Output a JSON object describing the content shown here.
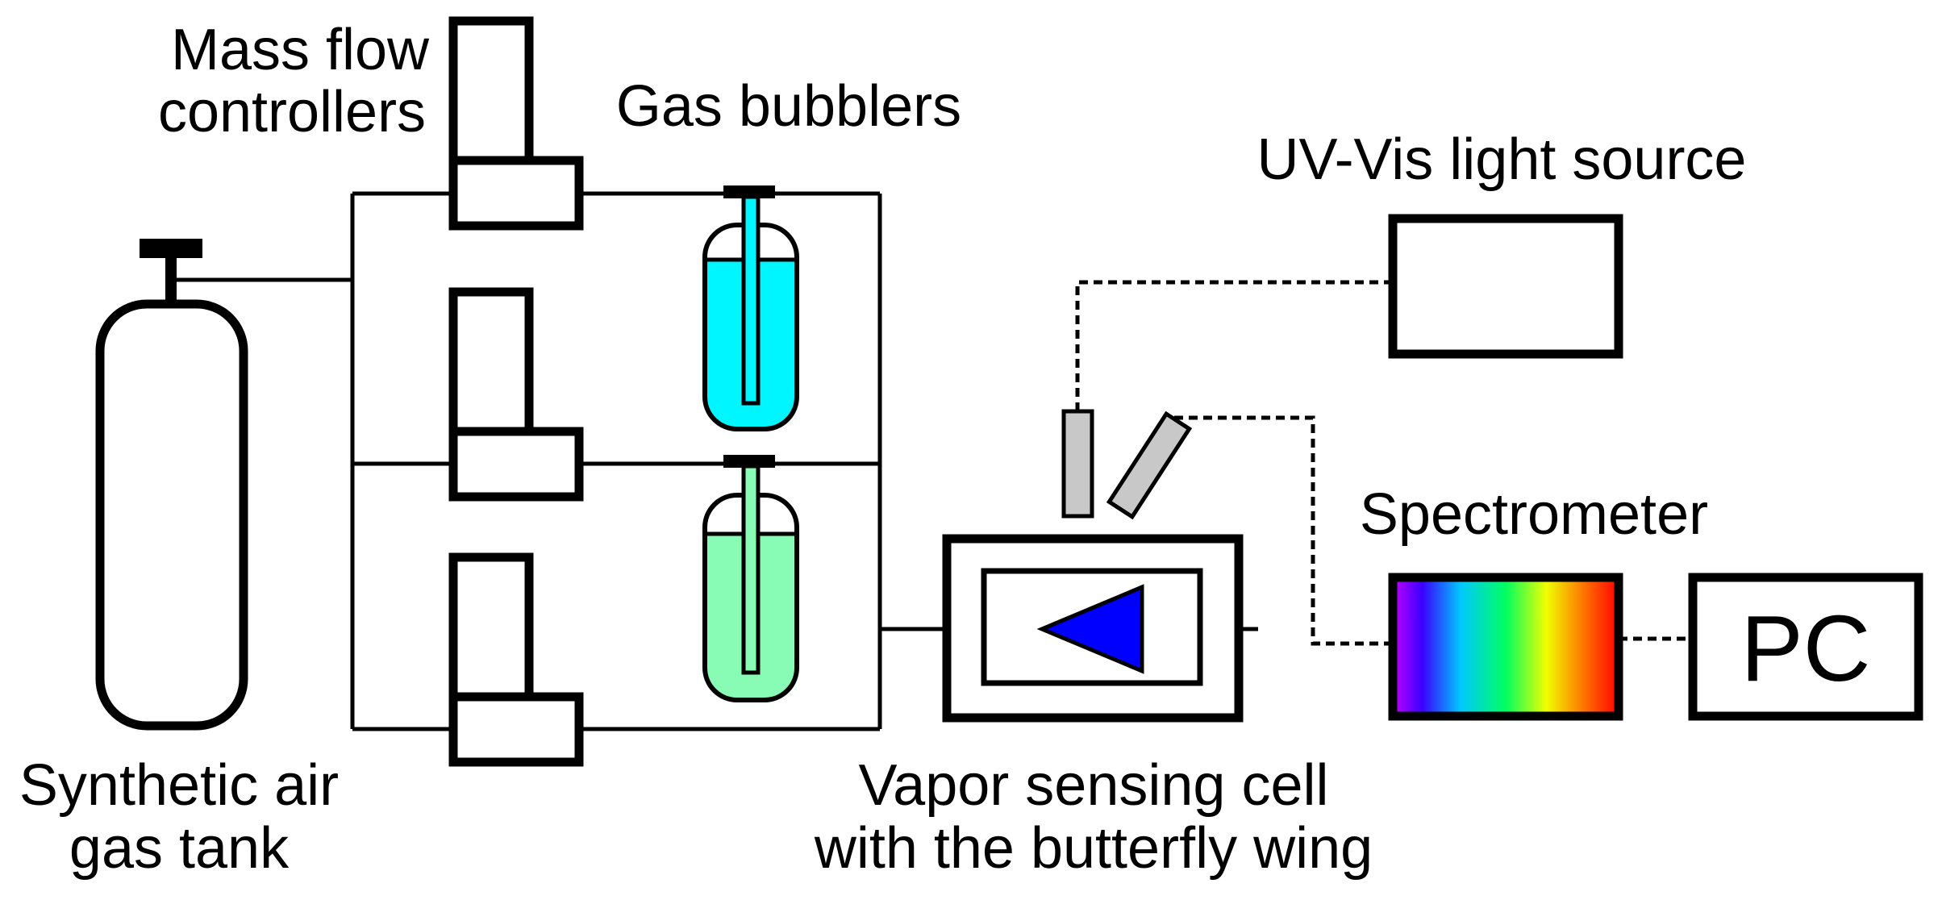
{
  "labels": {
    "mass_flow_line1": "Mass flow",
    "mass_flow_line2": "controllers",
    "gas_bubblers": "Gas bubblers",
    "uv_vis": "UV-Vis light source",
    "spectrometer": "Spectrometer",
    "pc": "PC",
    "tank_line1": "Synthetic air",
    "tank_line2": "gas tank",
    "cell_line1": "Vapor sensing cell",
    "cell_line2": "with the butterfly wing"
  },
  "colors": {
    "bubbler_top_liquid": "#00f6ff",
    "bubbler_bottom_liquid": "#88fcb4",
    "wing_triangle": "#0000ff",
    "probe_gray": "#c8c8c8",
    "spectrum": [
      "#c300ff",
      "#3a00ff",
      "#00c8ff",
      "#00ff60",
      "#f0ff00",
      "#ff7000",
      "#ff0000"
    ]
  }
}
